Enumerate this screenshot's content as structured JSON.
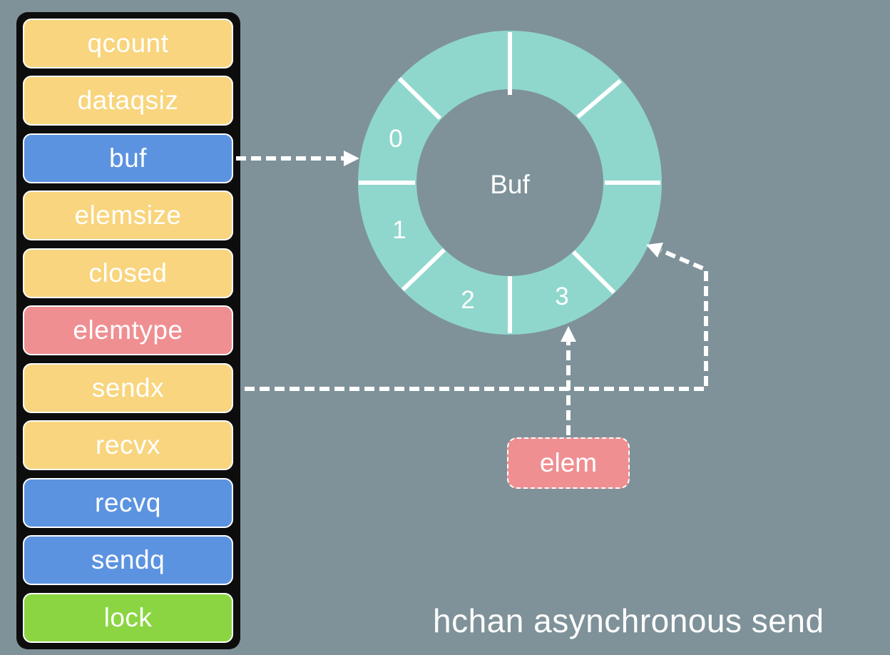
{
  "colors": {
    "background": "#7f9299",
    "yellow_field": "#f8d57e",
    "blue_field": "#5b93e0",
    "pink_field": "#ef8f92",
    "green_field": "#8bd542",
    "ring": "#8fd7cd",
    "ring_center": "#7f9299"
  },
  "struct_fields": [
    {
      "label": "qcount",
      "kind": "yellow"
    },
    {
      "label": "dataqsiz",
      "kind": "yellow"
    },
    {
      "label": "buf",
      "kind": "blue"
    },
    {
      "label": "elemsize",
      "kind": "yellow"
    },
    {
      "label": "closed",
      "kind": "yellow"
    },
    {
      "label": "elemtype",
      "kind": "pink"
    },
    {
      "label": "sendx",
      "kind": "yellow"
    },
    {
      "label": "recvx",
      "kind": "yellow"
    },
    {
      "label": "recvq",
      "kind": "blue"
    },
    {
      "label": "sendq",
      "kind": "blue"
    },
    {
      "label": "lock",
      "kind": "green"
    }
  ],
  "ring": {
    "center_label": "Buf",
    "slot_labels": [
      "0",
      "1",
      "2",
      "3"
    ]
  },
  "elem_label": "elem",
  "caption": "hchan asynchronous send"
}
